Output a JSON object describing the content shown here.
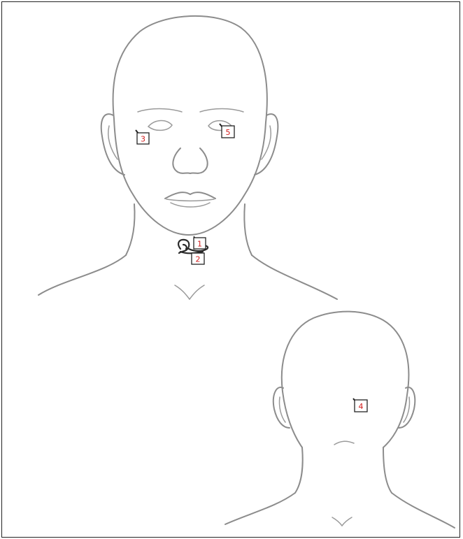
{
  "markers": [
    {
      "id": "marker-1",
      "label": "1"
    },
    {
      "id": "marker-2",
      "label": "2"
    },
    {
      "id": "marker-3",
      "label": "3"
    },
    {
      "id": "marker-4",
      "label": "4"
    },
    {
      "id": "marker-5",
      "label": "5"
    }
  ],
  "colors": {
    "outline": "#8c8c8c",
    "marker_text": "#d11a1a",
    "marker_border": "#222222"
  }
}
